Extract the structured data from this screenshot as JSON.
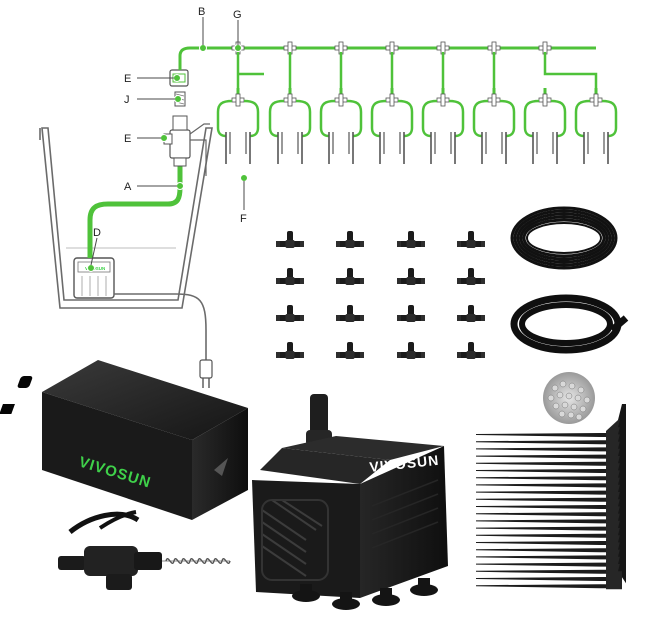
{
  "diagram": {
    "labels": {
      "A": "A",
      "B": "B",
      "D": "D",
      "E_top": "E",
      "E_mid": "E",
      "F": "F",
      "G": "G",
      "J": "J"
    },
    "pump_small_brand": "VIVOSUN"
  },
  "products": {
    "timer_brand": "VIVOSUN",
    "pump_brand": "VIVOSUN"
  },
  "colors": {
    "tube_green": "#4fc23a",
    "product_black": "#1b1b1b",
    "brand_green": "#3fd14a",
    "brand_white": "#ffffff",
    "outline_gray": "#6b6b6b"
  }
}
